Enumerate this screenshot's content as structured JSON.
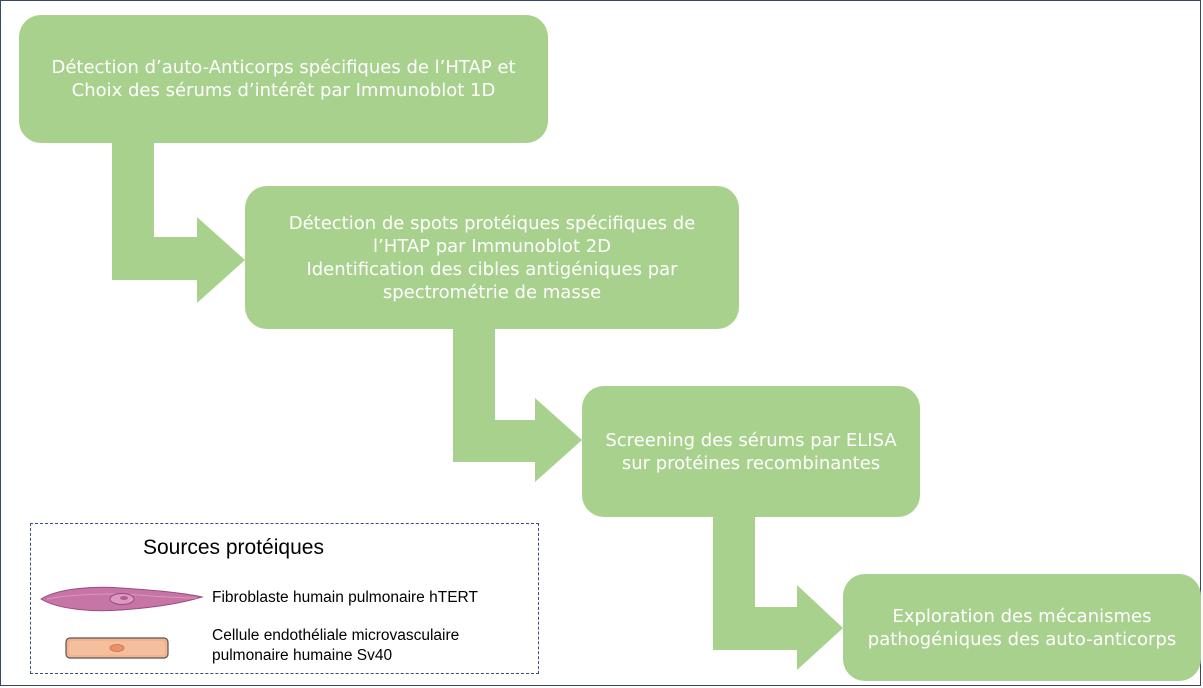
{
  "steps": [
    {
      "lines": [
        "Détection d’auto-Anticorps spécifiques de l’HTAP et",
        "Choix des sérums d’intérêt par Immunoblot 1D"
      ]
    },
    {
      "lines": [
        "Détection de spots protéiques spécifiques de",
        "l’HTAP par Immunoblot 2D",
        "Identification des cibles antigéniques par",
        "spectrométrie de masse"
      ]
    },
    {
      "lines": [
        "Screening des sérums par ELISA",
        "sur protéines recombinantes"
      ]
    },
    {
      "lines": [
        "Exploration des mécanismes",
        "pathogéniques des auto-anticorps"
      ]
    }
  ],
  "legend": {
    "title": "Sources protéiques",
    "items": [
      {
        "lines": [
          "Fibroblaste humain pulmonaire hTERT"
        ],
        "icon": "fibroblast-cell-icon"
      },
      {
        "lines": [
          "Cellule endothéliale microvasculaire",
          "pulmonaire humaine Sv40"
        ],
        "icon": "endothelial-cell-icon"
      }
    ]
  },
  "colors": {
    "box_fill": "#a9d18e",
    "box_text": "#ffffff",
    "frame_border": "#3a4668",
    "legend_border": "#3a4d80",
    "fibroblast": "#c774a6",
    "endothelial": "#f3b38f"
  }
}
